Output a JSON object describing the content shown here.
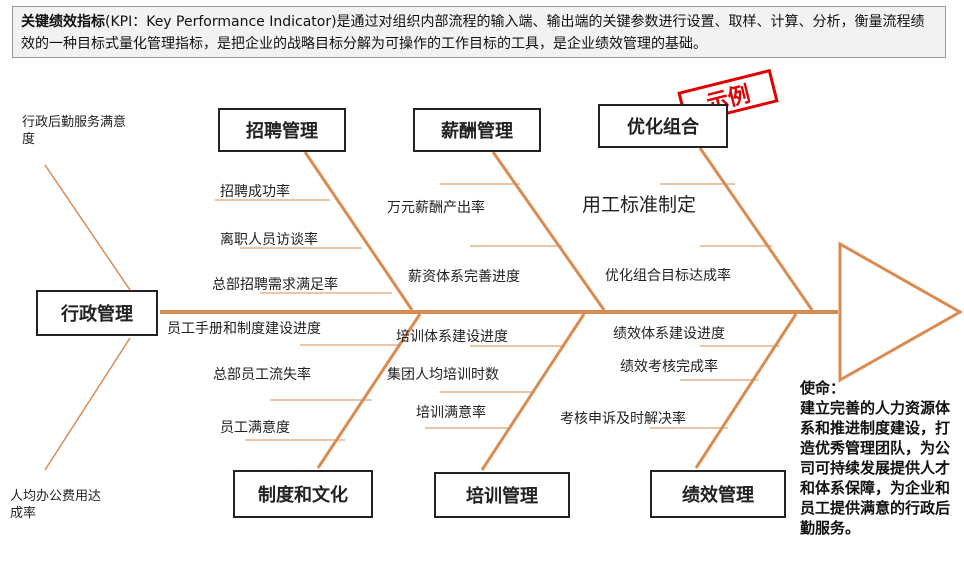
{
  "intro": {
    "term": "关键绩效指标",
    "text": "(KPI：Key Performance Indicator)是通过对组织内部流程的输入端、输出端的关键参数进行设置、取样、计算、分析，衡量流程绩效的一种目标式量化管理指标，是把企业的战略目标分解为可操作的工作目标的工具，是企业绩效管理的基础。"
  },
  "stamp": "示例",
  "categories": {
    "admin": "行政管理",
    "recruit": "招聘管理",
    "salary": "薪酬管理",
    "optimize": "优化组合",
    "culture": "制度和文化",
    "training": "培训管理",
    "performance": "绩效管理"
  },
  "admin_outer": {
    "top": "行政后勤服务满意度",
    "bottom": "人均办公费用达成率"
  },
  "recruit_items": [
    "招聘成功率",
    "离职人员访谈率",
    "总部招聘需求满足率"
  ],
  "salary_items": [
    "万元薪酬产出率",
    "薪资体系完善进度"
  ],
  "optimize_items": [
    "用工标准制定",
    "优化组合目标达成率"
  ],
  "culture_items": [
    "员工手册和制度建设进度",
    "总部员工流失率",
    "员工满意度"
  ],
  "training_items": [
    "培训体系建设进度",
    "集团人均培训时数",
    "培训满意率"
  ],
  "performance_items": [
    "绩效体系建设进度",
    "绩效考核完成率",
    "考核申诉及时解决率"
  ],
  "mission": {
    "title": "使命：",
    "text": "建立完善的人力资源体系和推进制度建设，打造优秀管理团队，为公司可持续发展提供人才和体系保障，为企业和员工提供满意的行政后勤服务。"
  },
  "colors": {
    "bone": "#d98c52",
    "stamp": "#e00000",
    "box_border": "#222222"
  }
}
